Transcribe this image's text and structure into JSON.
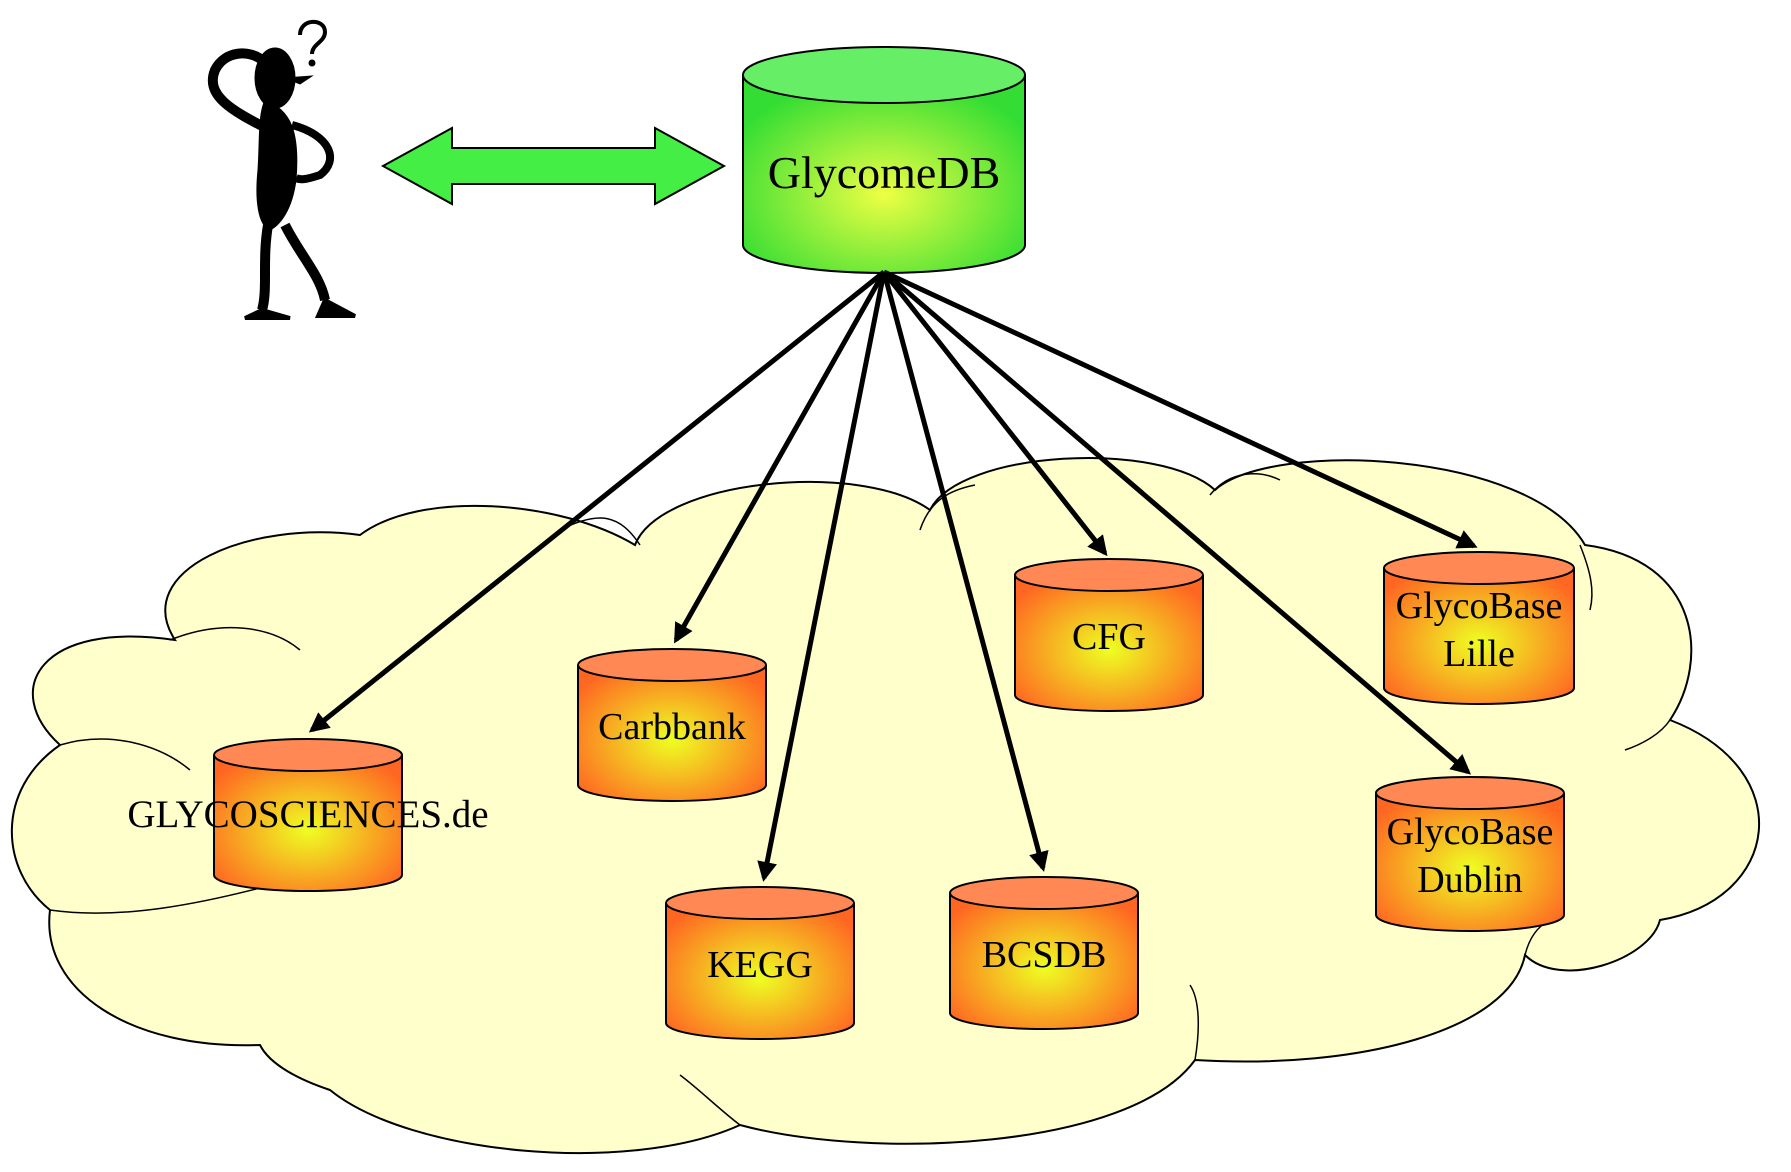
{
  "central": {
    "label": "GlycomeDB"
  },
  "cloud_label": "GLYCOSCIENCES.de",
  "databases": [
    {
      "id": "glycosciences",
      "lines": [
        ""
      ]
    },
    {
      "id": "carbbank",
      "lines": [
        "Carbbank"
      ]
    },
    {
      "id": "kegg",
      "lines": [
        "KEGG"
      ]
    },
    {
      "id": "bcsdb",
      "lines": [
        "BCSDB"
      ]
    },
    {
      "id": "cfg",
      "lines": [
        "CFG"
      ]
    },
    {
      "id": "glycobase-lille",
      "lines": [
        "GlycoBase",
        "Lille"
      ]
    },
    {
      "id": "glycobase-dublin",
      "lines": [
        "GlycoBase",
        "Dublin"
      ]
    }
  ],
  "colors": {
    "central_top": "#66ee66",
    "central_body": "#33dd33",
    "central_glow": "#eeff44",
    "db_top": "#ff8855",
    "db_body": "#ff6622",
    "db_glow": "#eeff22",
    "cloud": "#ffffcc",
    "arrow_fill": "#44ee44"
  }
}
